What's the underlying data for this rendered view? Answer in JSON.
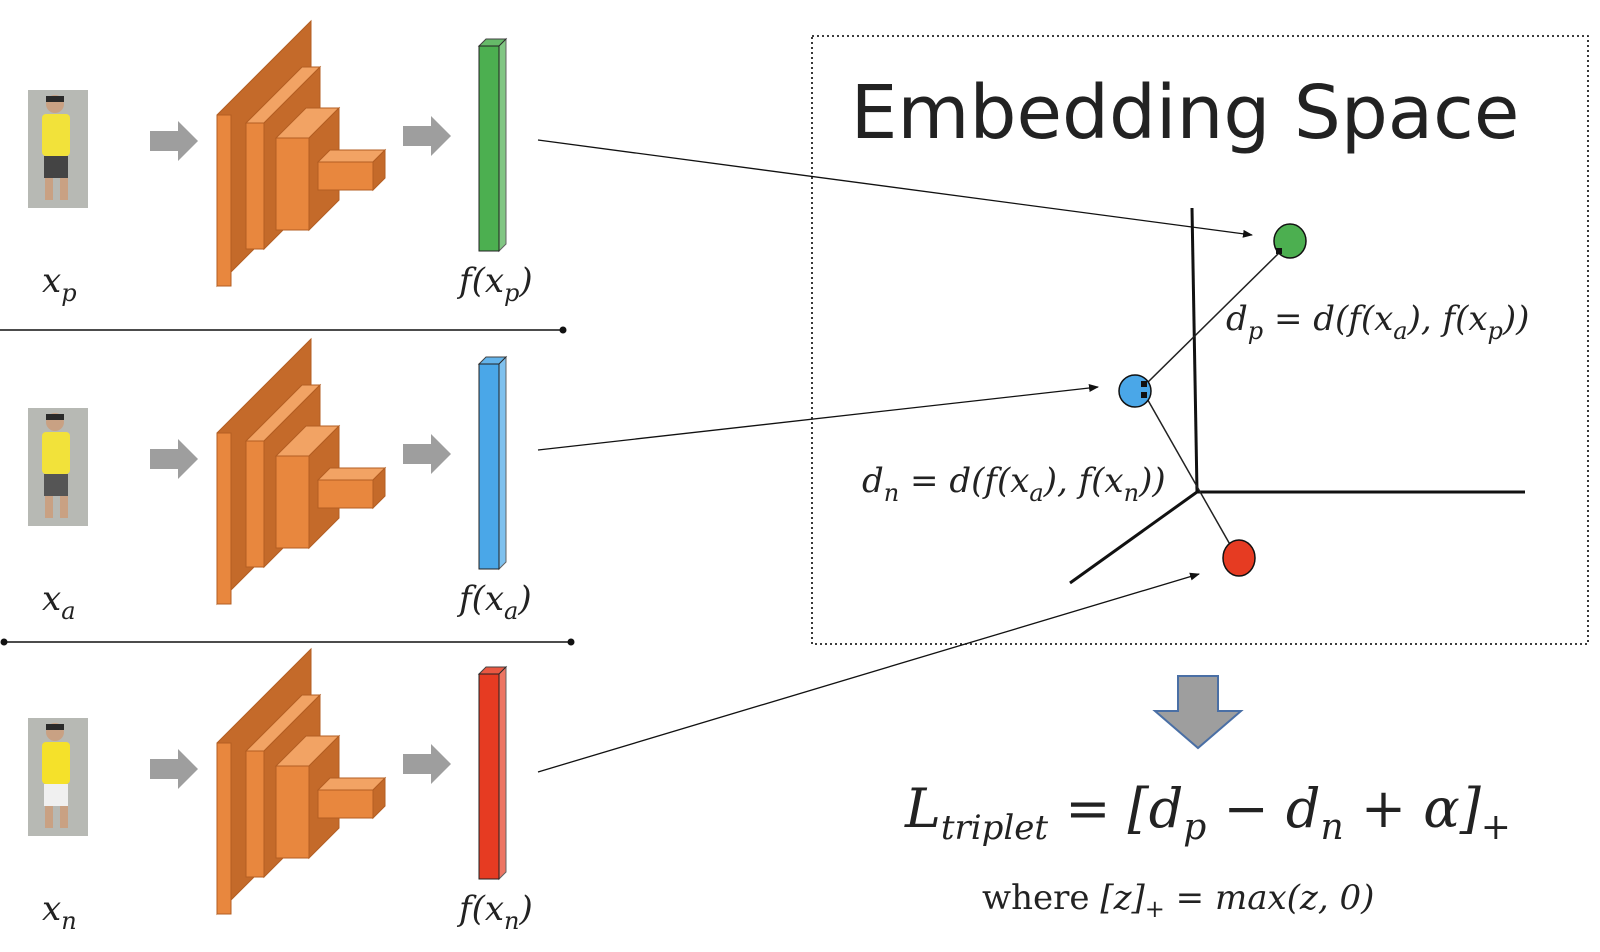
{
  "rows": [
    {
      "id": "positive",
      "input_label": "x",
      "input_sub": "p",
      "output_label_prefix": "f(x",
      "output_sub": "p",
      "output_label_suffix": ")",
      "vector_color": "#4caf50",
      "person_shirt": "#f2e23a",
      "person_pants": "#444444"
    },
    {
      "id": "anchor",
      "input_label": "x",
      "input_sub": "a",
      "output_label_prefix": "f(x",
      "output_sub": "a",
      "output_label_suffix": ")",
      "vector_color": "#4aa7e8",
      "person_shirt": "#f2e23a",
      "person_pants": "#555555"
    },
    {
      "id": "negative",
      "input_label": "x",
      "input_sub": "n",
      "output_label_prefix": "f(x",
      "output_sub": "n",
      "output_label_suffix": ")",
      "vector_color": "#e63b22",
      "person_shirt": "#f5e12a",
      "person_pants": "#f0f0f0"
    }
  ],
  "embedding": {
    "title": "Embedding Space",
    "dp_formula": {
      "d": "d",
      "sub": "p",
      "rhs": " = d(f(x",
      "sub_a": "a",
      "mid": "), f(x",
      "sub_b": "p",
      "end": "))"
    },
    "dn_formula": {
      "d": "d",
      "sub": "n",
      "rhs": " = d(f(x",
      "sub_a": "a",
      "mid": "), f(x",
      "sub_b": "n",
      "end": "))"
    },
    "point_colors": {
      "positive": "#4caf50",
      "anchor": "#4aa7e8",
      "negative": "#e63b22"
    }
  },
  "loss": {
    "L": "L",
    "L_sub": "triplet",
    "eq": " = [d",
    "dp_sub": "p",
    "minus": " − d",
    "dn_sub": "n",
    "plus": " + α]",
    "bracket_sub": "+",
    "where_prefix": "where ",
    "where_bracket": "[z]",
    "where_sub": "+",
    "where_eq": "  =  ",
    "where_rhs": "max(z, 0)"
  },
  "colors": {
    "network_front": "#e8873e",
    "network_side": "#c46a2a",
    "network_top": "#f2a364",
    "arrow_gray": "#9e9e9e"
  }
}
